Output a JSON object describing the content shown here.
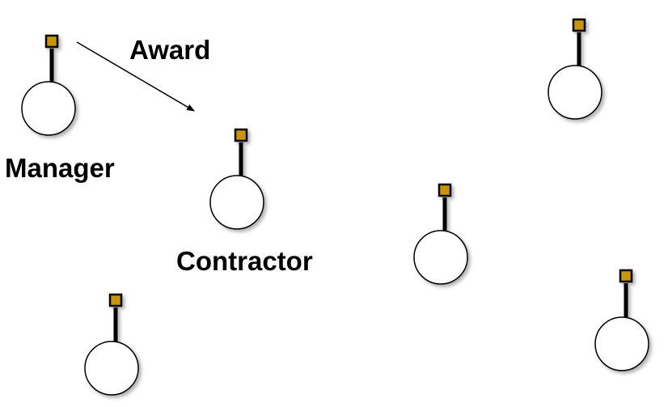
{
  "labels": {
    "award": "Award",
    "manager": "Manager",
    "contractor": "Contractor"
  },
  "nodes": [
    {
      "id": "manager"
    },
    {
      "id": "contractor"
    },
    {
      "id": "top-right"
    },
    {
      "id": "middle-right"
    },
    {
      "id": "bottom-left"
    },
    {
      "id": "bottom-right"
    }
  ],
  "edges": [
    {
      "from": "manager",
      "to": "contractor",
      "label": "Award"
    }
  ],
  "colors": {
    "node_fill": "#ffffff",
    "node_stroke": "#000000",
    "antenna_tip": "#c8960c",
    "line": "#000000"
  }
}
